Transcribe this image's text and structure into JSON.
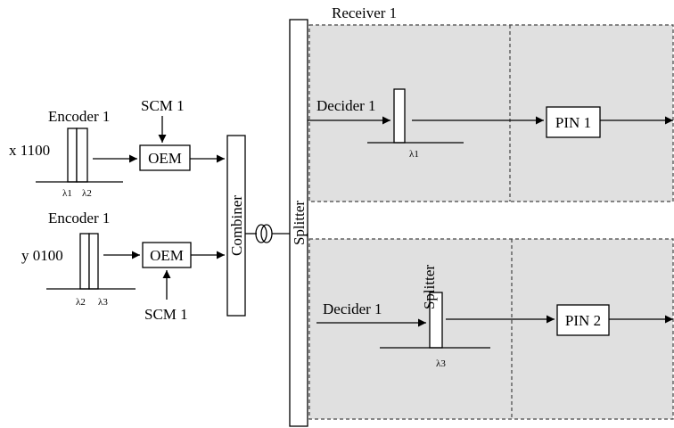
{
  "receiver1_label": "Receiver 1",
  "encoder1_label": "Encoder 1",
  "encoder2_label": "Encoder 1",
  "input_x": "x 1100",
  "input_y": "y 0100",
  "scm_top": "SCM 1",
  "scm_bottom": "SCM 1",
  "oem_top": "OEM",
  "oem_bottom": "OEM",
  "combiner": "Combiner",
  "splitter_main": "Splitter",
  "decider1_top": "Decider 1",
  "decider1_bottom": "Decider 1",
  "splitter_small": "Splitter",
  "pin1": "PIN 1",
  "pin2": "PIN 2",
  "wavelengths": {
    "enc1_a": "λ1",
    "enc1_b": "λ2",
    "enc2_a": "λ2",
    "enc2_b": "λ3",
    "rx1": "λ1",
    "rx2": "λ3"
  }
}
